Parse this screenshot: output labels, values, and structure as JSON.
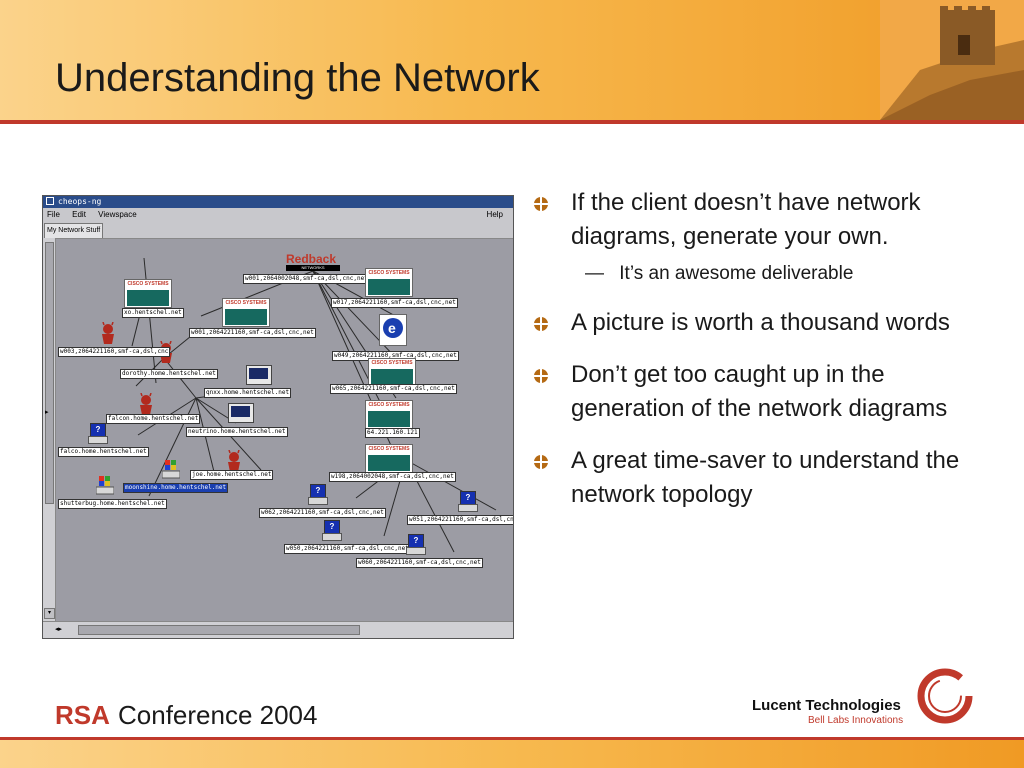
{
  "slide": {
    "title": "Understanding the Network"
  },
  "app_window": {
    "title": "cheops-ng",
    "menu": [
      "File",
      "Edit",
      "Viewspace"
    ],
    "help": "Help",
    "tab": "My Network Stuff",
    "scroll_marker": "▸"
  },
  "network": {
    "nodes": [
      {
        "id": "w001_top",
        "label": "w001,z064002048,smf-ca,dsl,cnc,net"
      },
      {
        "id": "xo",
        "label": "xo.hentschel.net"
      },
      {
        "id": "w001_mid",
        "label": "w001,z064221160,smf-ca,dsl,cnc,net"
      },
      {
        "id": "w017",
        "label": "w017,z064221160,smf-ca,dsl,cnc,net"
      },
      {
        "id": "w003",
        "label": "w003,z064221160,smf-ca,dsl,cnc"
      },
      {
        "id": "w049",
        "label": "w049,z064221160,smf-ca,dsl,cnc,net"
      },
      {
        "id": "dorothy",
        "label": "dorothy.home.hentschel.net"
      },
      {
        "id": "qnxx",
        "label": "qnxx.home.hentschel.net"
      },
      {
        "id": "w065",
        "label": "w065,z064221160,smf-ca,dsl,cnc,net"
      },
      {
        "id": "falcon",
        "label": "falcon.home.hentschel.net"
      },
      {
        "id": "neutrino",
        "label": "neutrino.home.hentschel.net"
      },
      {
        "id": "ip64",
        "label": "64.221.160.121"
      },
      {
        "id": "falco",
        "label": "falco.home.hentschel.net"
      },
      {
        "id": "joe",
        "label": "joe.home.hentschel.net"
      },
      {
        "id": "w198",
        "label": "w198,z064002048,smf-ca,dsl,cnc,net"
      },
      {
        "id": "moonshine",
        "label": "moonshine.home.hentschel.net"
      },
      {
        "id": "shutterbug",
        "label": "shutterbug.home.hentschel.net"
      },
      {
        "id": "w062",
        "label": "w062,z064221160,smf-ca,dsl,cnc,net"
      },
      {
        "id": "w051",
        "label": "w051,z064221160,smf-ca,dsl,cnc,"
      },
      {
        "id": "w050",
        "label": "w050,z064221160,smf-ca,dsl,cnc,net"
      },
      {
        "id": "w060",
        "label": "w060,z064221160,smf-ca,dsl,cnc,net"
      }
    ],
    "device_text": {
      "cisco": "CISCO SYSTEMS",
      "redback_logo": "Redback",
      "redback_sub": "NETWORKS",
      "pc_glyph": "?"
    }
  },
  "bullets": [
    {
      "text": "If the client doesn’t have network diagrams, generate your own.",
      "sub": [
        {
          "dash": "—",
          "text": "It’s an awesome deliverable"
        }
      ]
    },
    {
      "text": "A picture is worth a thousand words"
    },
    {
      "text": "Don’t get too caught up in the generation of the network diagrams"
    },
    {
      "text": "A great time-saver to understand the network topology"
    }
  ],
  "footer": {
    "rsa": "RSA",
    "conference": "Conference 2004",
    "lucent_name": "Lucent Technologies",
    "lucent_sub": "Bell Labs Innovations"
  },
  "colors": {
    "accent_red": "#c0392b",
    "header_orange": "#f09a24",
    "selection_blue": "#1a3fb0"
  }
}
